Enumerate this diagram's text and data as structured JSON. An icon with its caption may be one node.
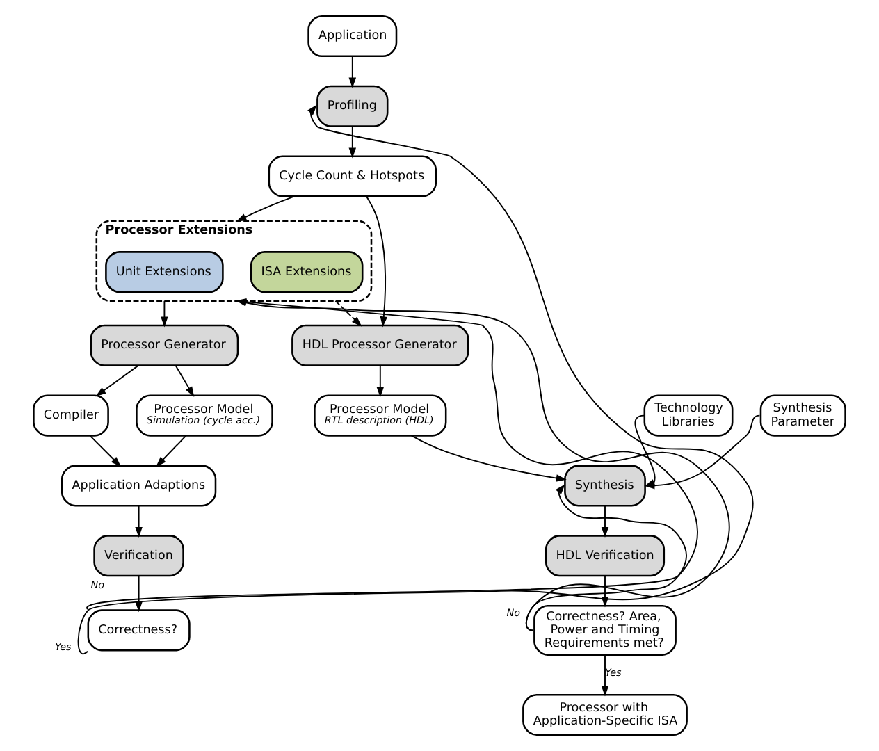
{
  "diagram": {
    "nodes": [
      {
        "text": [
          "Application"
        ]
      },
      {
        "text": [
          "Profiling"
        ]
      },
      {
        "text": [
          "Cycle Count & Hotspots"
        ]
      },
      {
        "text": [
          "Processor Extensions"
        ]
      },
      {
        "text": [
          "Unit Extensions"
        ],
        "in": 3
      },
      {
        "text": [
          "ISA Extensions"
        ],
        "in": 3
      },
      {
        "text": [
          "Processor Generator"
        ]
      },
      {
        "text": [
          "Compiler"
        ]
      },
      {
        "text": [
          "Processor Model",
          "Simulation (cycle acc.)"
        ]
      },
      {
        "text": [
          "Application Adaptions"
        ]
      },
      {
        "text": [
          "Verification"
        ]
      },
      {
        "text": [
          "Correctness?"
        ]
      },
      {
        "text": [
          "HDL Processor Generator"
        ]
      },
      {
        "text": [
          "Processor Model",
          "RTL description (HDL)"
        ]
      },
      {
        "text": [
          "Technology Libraries"
        ]
      },
      {
        "text": [
          "Synthesis Parameter"
        ]
      },
      {
        "text": [
          "Synthesis"
        ]
      },
      {
        "text": [
          "HDL Verification"
        ]
      },
      {
        "text": [
          "Correctness? Area, Power and Timing Requirements met?"
        ]
      },
      {
        "text": [
          "Processor with Application-Specific ISA"
        ]
      }
    ],
    "edges": [
      {
        "from": 0,
        "to": 1,
        "arrow": "to"
      },
      {
        "from": 1,
        "to": 2,
        "arrow": "to"
      },
      {
        "from": 2,
        "to": 12,
        "arrow": "to"
      },
      {
        "from": 2,
        "to": 3,
        "arrow": "to"
      },
      {
        "from": 3,
        "to": 12,
        "arrow": "to",
        "style": "dashed"
      },
      {
        "from": 3,
        "to": 6,
        "arrow": "to"
      },
      {
        "from": 6,
        "to": 7,
        "arrow": "to"
      },
      {
        "from": 6,
        "to": 8,
        "arrow": "to"
      },
      {
        "from": 7,
        "to": 9,
        "arrow": "to"
      },
      {
        "from": 8,
        "to": 9,
        "arrow": "to"
      },
      {
        "from": 9,
        "to": 10,
        "arrow": "to"
      },
      {
        "from": 10,
        "to": 11,
        "arrow": "to"
      },
      {
        "from": 11,
        "to": 3,
        "arrow": "to",
        "label": "No"
      },
      {
        "from": 11,
        "to": 1,
        "arrow": "to",
        "label": "Yes"
      },
      {
        "from": 12,
        "to": 13,
        "arrow": "to"
      },
      {
        "from": 13,
        "to": 16,
        "arrow": "to"
      },
      {
        "from": 14,
        "to": 16,
        "arrow": "to"
      },
      {
        "from": 15,
        "to": 16,
        "arrow": "to"
      },
      {
        "from": 16,
        "to": 17,
        "arrow": "to"
      },
      {
        "from": 17,
        "to": 18,
        "arrow": "to"
      },
      {
        "from": 18,
        "to": 3,
        "arrow": "to",
        "label": "No"
      },
      {
        "from": 18,
        "to": 16,
        "arrow": "to"
      },
      {
        "from": 18,
        "to": 19,
        "arrow": "to",
        "label": "Yes"
      }
    ]
  }
}
